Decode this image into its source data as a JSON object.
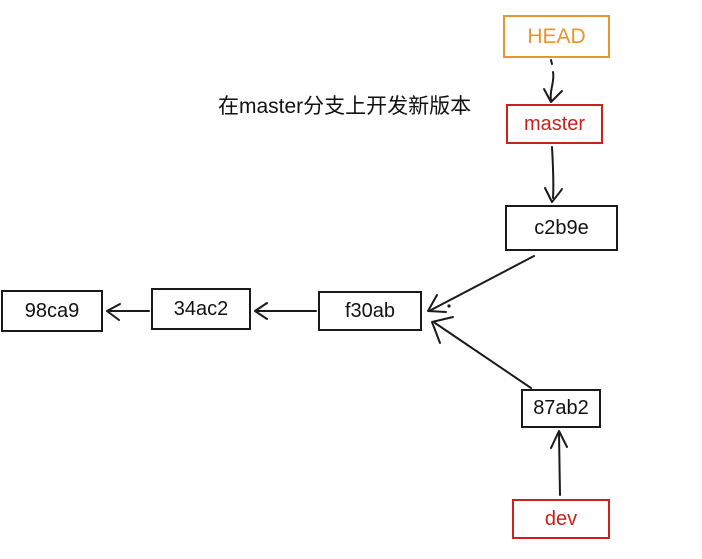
{
  "caption": "在master分支上开发新版本",
  "colors": {
    "head_pointer_accent": "#E8952F",
    "branch_accent": "#C8211E",
    "commit_ink": "#1a1a1a",
    "background": "#ffffff"
  },
  "nodes": {
    "head": {
      "label": "HEAD",
      "type": "pointer"
    },
    "master": {
      "label": "master",
      "type": "branch"
    },
    "dev": {
      "label": "dev",
      "type": "branch"
    },
    "c2b9e": {
      "label": "c2b9e",
      "type": "commit"
    },
    "f30ab": {
      "label": "f30ab",
      "type": "commit"
    },
    "34ac2": {
      "label": "34ac2",
      "type": "commit"
    },
    "98ca9": {
      "label": "98ca9",
      "type": "commit"
    },
    "87ab2": {
      "label": "87ab2",
      "type": "commit"
    }
  },
  "edges": [
    {
      "from": "HEAD",
      "to": "master"
    },
    {
      "from": "master",
      "to": "c2b9e"
    },
    {
      "from": "c2b9e",
      "to": "f30ab"
    },
    {
      "from": "f30ab",
      "to": "34ac2"
    },
    {
      "from": "34ac2",
      "to": "98ca9"
    },
    {
      "from": "87ab2",
      "to": "f30ab"
    },
    {
      "from": "dev",
      "to": "87ab2"
    }
  ]
}
